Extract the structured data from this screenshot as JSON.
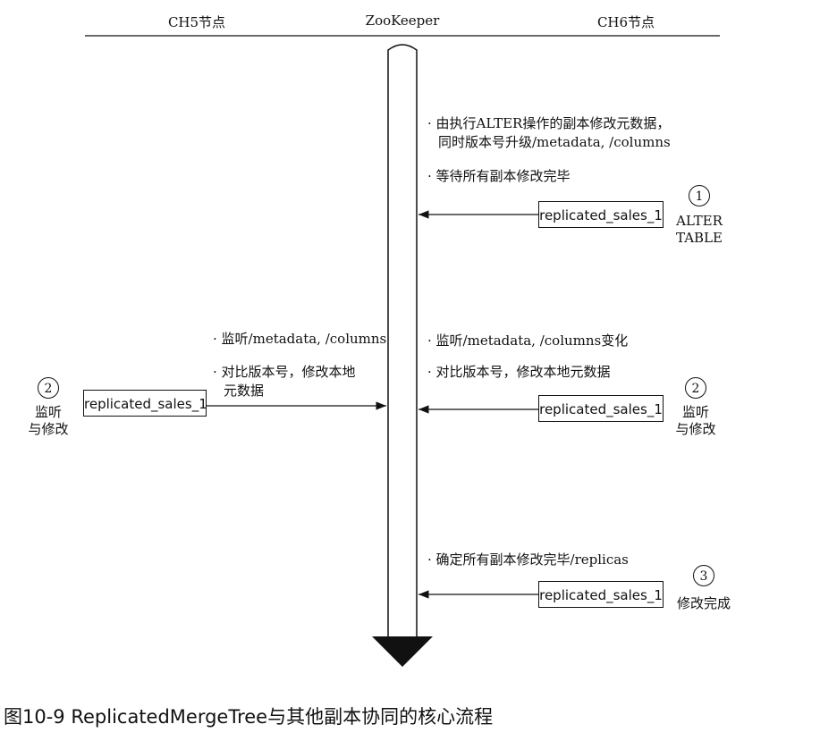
{
  "headers": {
    "left": "CH5节点",
    "center": "ZooKeeper",
    "right": "CH6节点"
  },
  "notes": {
    "alter_1": "· 由执行ALTER操作的副本修改元数据，",
    "alter_2": "同时版本号升级/metadata, /columns",
    "wait": "· 等待所有副本修改完毕",
    "ch5_watch": "· 监听/metadata, /columns",
    "ch5_compare_1": "· 对比版本号，修改本地",
    "ch5_compare_2": "元数据",
    "ch6_watch": "· 监听/metadata, /columns变化",
    "ch6_compare": "· 对比版本号，修改本地元数据",
    "confirm": "· 确定所有副本修改完毕/replicas"
  },
  "boxes": {
    "ch6_alter": "replicated_sales_1",
    "ch5": "replicated_sales_1",
    "ch6_modify": "replicated_sales_1",
    "ch6_done": "replicated_sales_1"
  },
  "steps": {
    "s1_num": "1",
    "s1_l1": "ALTER",
    "s1_l2": "TABLE",
    "s2_left_num": "2",
    "s2_left_l1": "监听",
    "s2_left_l2": "与修改",
    "s2_right_num": "2",
    "s2_right_l1": "监听",
    "s2_right_l2": "与修改",
    "s3_num": "3",
    "s3_l1": "修改完成"
  },
  "caption": "图10-9   ReplicatedMergeTree与其他副本协同的核心流程"
}
